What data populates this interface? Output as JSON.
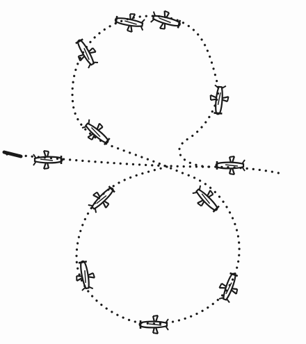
{
  "figure": {
    "kind": "figure-eight flight path sketch",
    "airplane_count": 12,
    "path_style": "dotted",
    "ink_color": "#1a1a1a",
    "background_color": "#fdfdfd"
  },
  "airplanes": [
    {
      "name": "airplane-entry-left"
    },
    {
      "name": "airplane-lower-loop-start"
    },
    {
      "name": "airplane-lower-left"
    },
    {
      "name": "airplane-lower-bottom"
    },
    {
      "name": "airplane-lower-right"
    },
    {
      "name": "airplane-lower-right-upper"
    },
    {
      "name": "airplane-crossover-right"
    },
    {
      "name": "airplane-upper-right"
    },
    {
      "name": "airplane-upper-top"
    },
    {
      "name": "airplane-upper-left"
    },
    {
      "name": "airplane-upper-left-lower"
    },
    {
      "name": "airplane-upper-top-left"
    }
  ]
}
